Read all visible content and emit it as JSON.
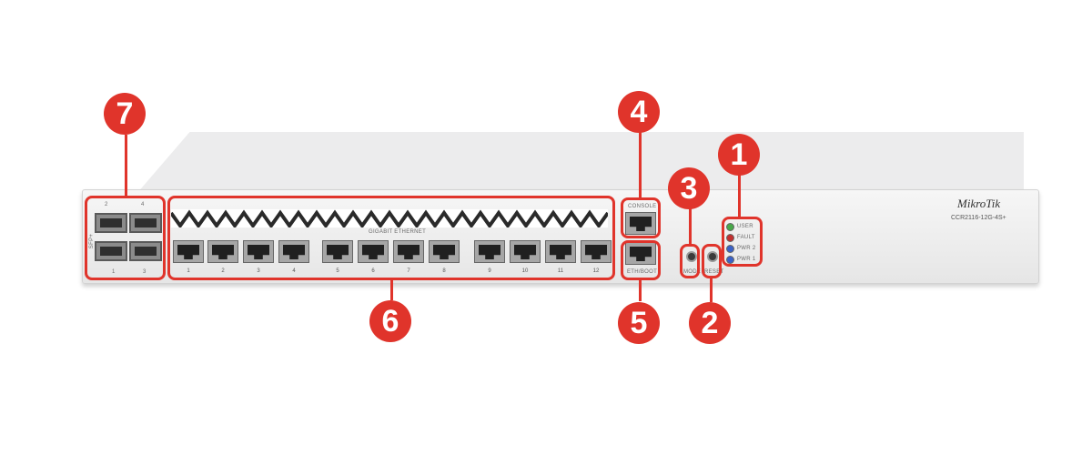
{
  "device": {
    "brand": "MikroTik",
    "model": "CCR2116-12G-4S+",
    "sfp_label": "SFP+",
    "sfp_top_numbers": [
      "2",
      "4"
    ],
    "sfp_bottom_numbers": [
      "1",
      "3"
    ],
    "ethernet_label": "GIGABIT ETHERNET",
    "ethernet_ports": [
      "1",
      "2",
      "3",
      "4",
      "5",
      "6",
      "7",
      "8",
      "9",
      "10",
      "11",
      "12"
    ],
    "console_label": "CONSOLE",
    "boot_label": "ETH/BOOT",
    "mode_label": "MODE",
    "reset_label": "RESET",
    "leds": [
      {
        "label": "USER",
        "color": "#49a84a"
      },
      {
        "label": "FAULT",
        "color": "#c23030"
      },
      {
        "label": "PWR 2",
        "color": "#3a62c7"
      },
      {
        "label": "PWR 1",
        "color": "#3a62c7"
      }
    ]
  },
  "callouts": {
    "c1": "1",
    "c2": "2",
    "c3": "3",
    "c4": "4",
    "c5": "5",
    "c6": "6",
    "c7": "7"
  },
  "accent_color": "#e0342b"
}
